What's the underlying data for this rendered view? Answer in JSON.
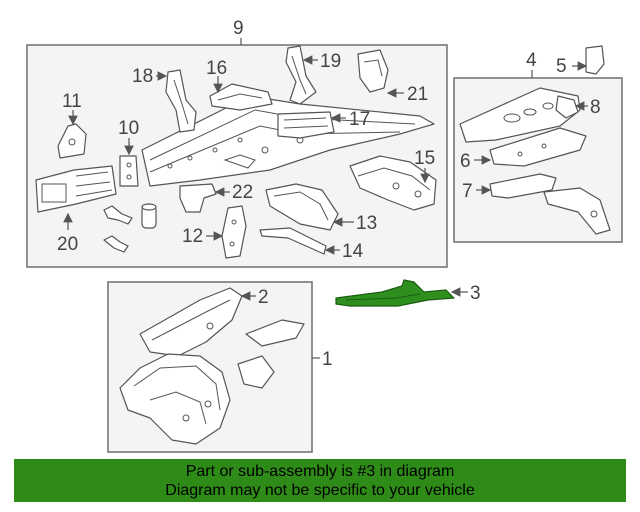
{
  "callouts": {
    "c1": "1",
    "c2": "2",
    "c3": "3",
    "c4": "4",
    "c5": "5",
    "c6": "6",
    "c7": "7",
    "c8": "8",
    "c9": "9",
    "c10": "10",
    "c11": "11",
    "c12": "12",
    "c13": "13",
    "c14": "14",
    "c15": "15",
    "c16": "16",
    "c17": "17",
    "c18": "18",
    "c19": "19",
    "c20": "20",
    "c21": "21",
    "c22": "22"
  },
  "highlight": {
    "part": "3",
    "color": "#2e8b17"
  },
  "banner": {
    "line1": "Part or sub-assembly is #3 in diagram",
    "line2": "Diagram may not be specific to your vehicle"
  }
}
